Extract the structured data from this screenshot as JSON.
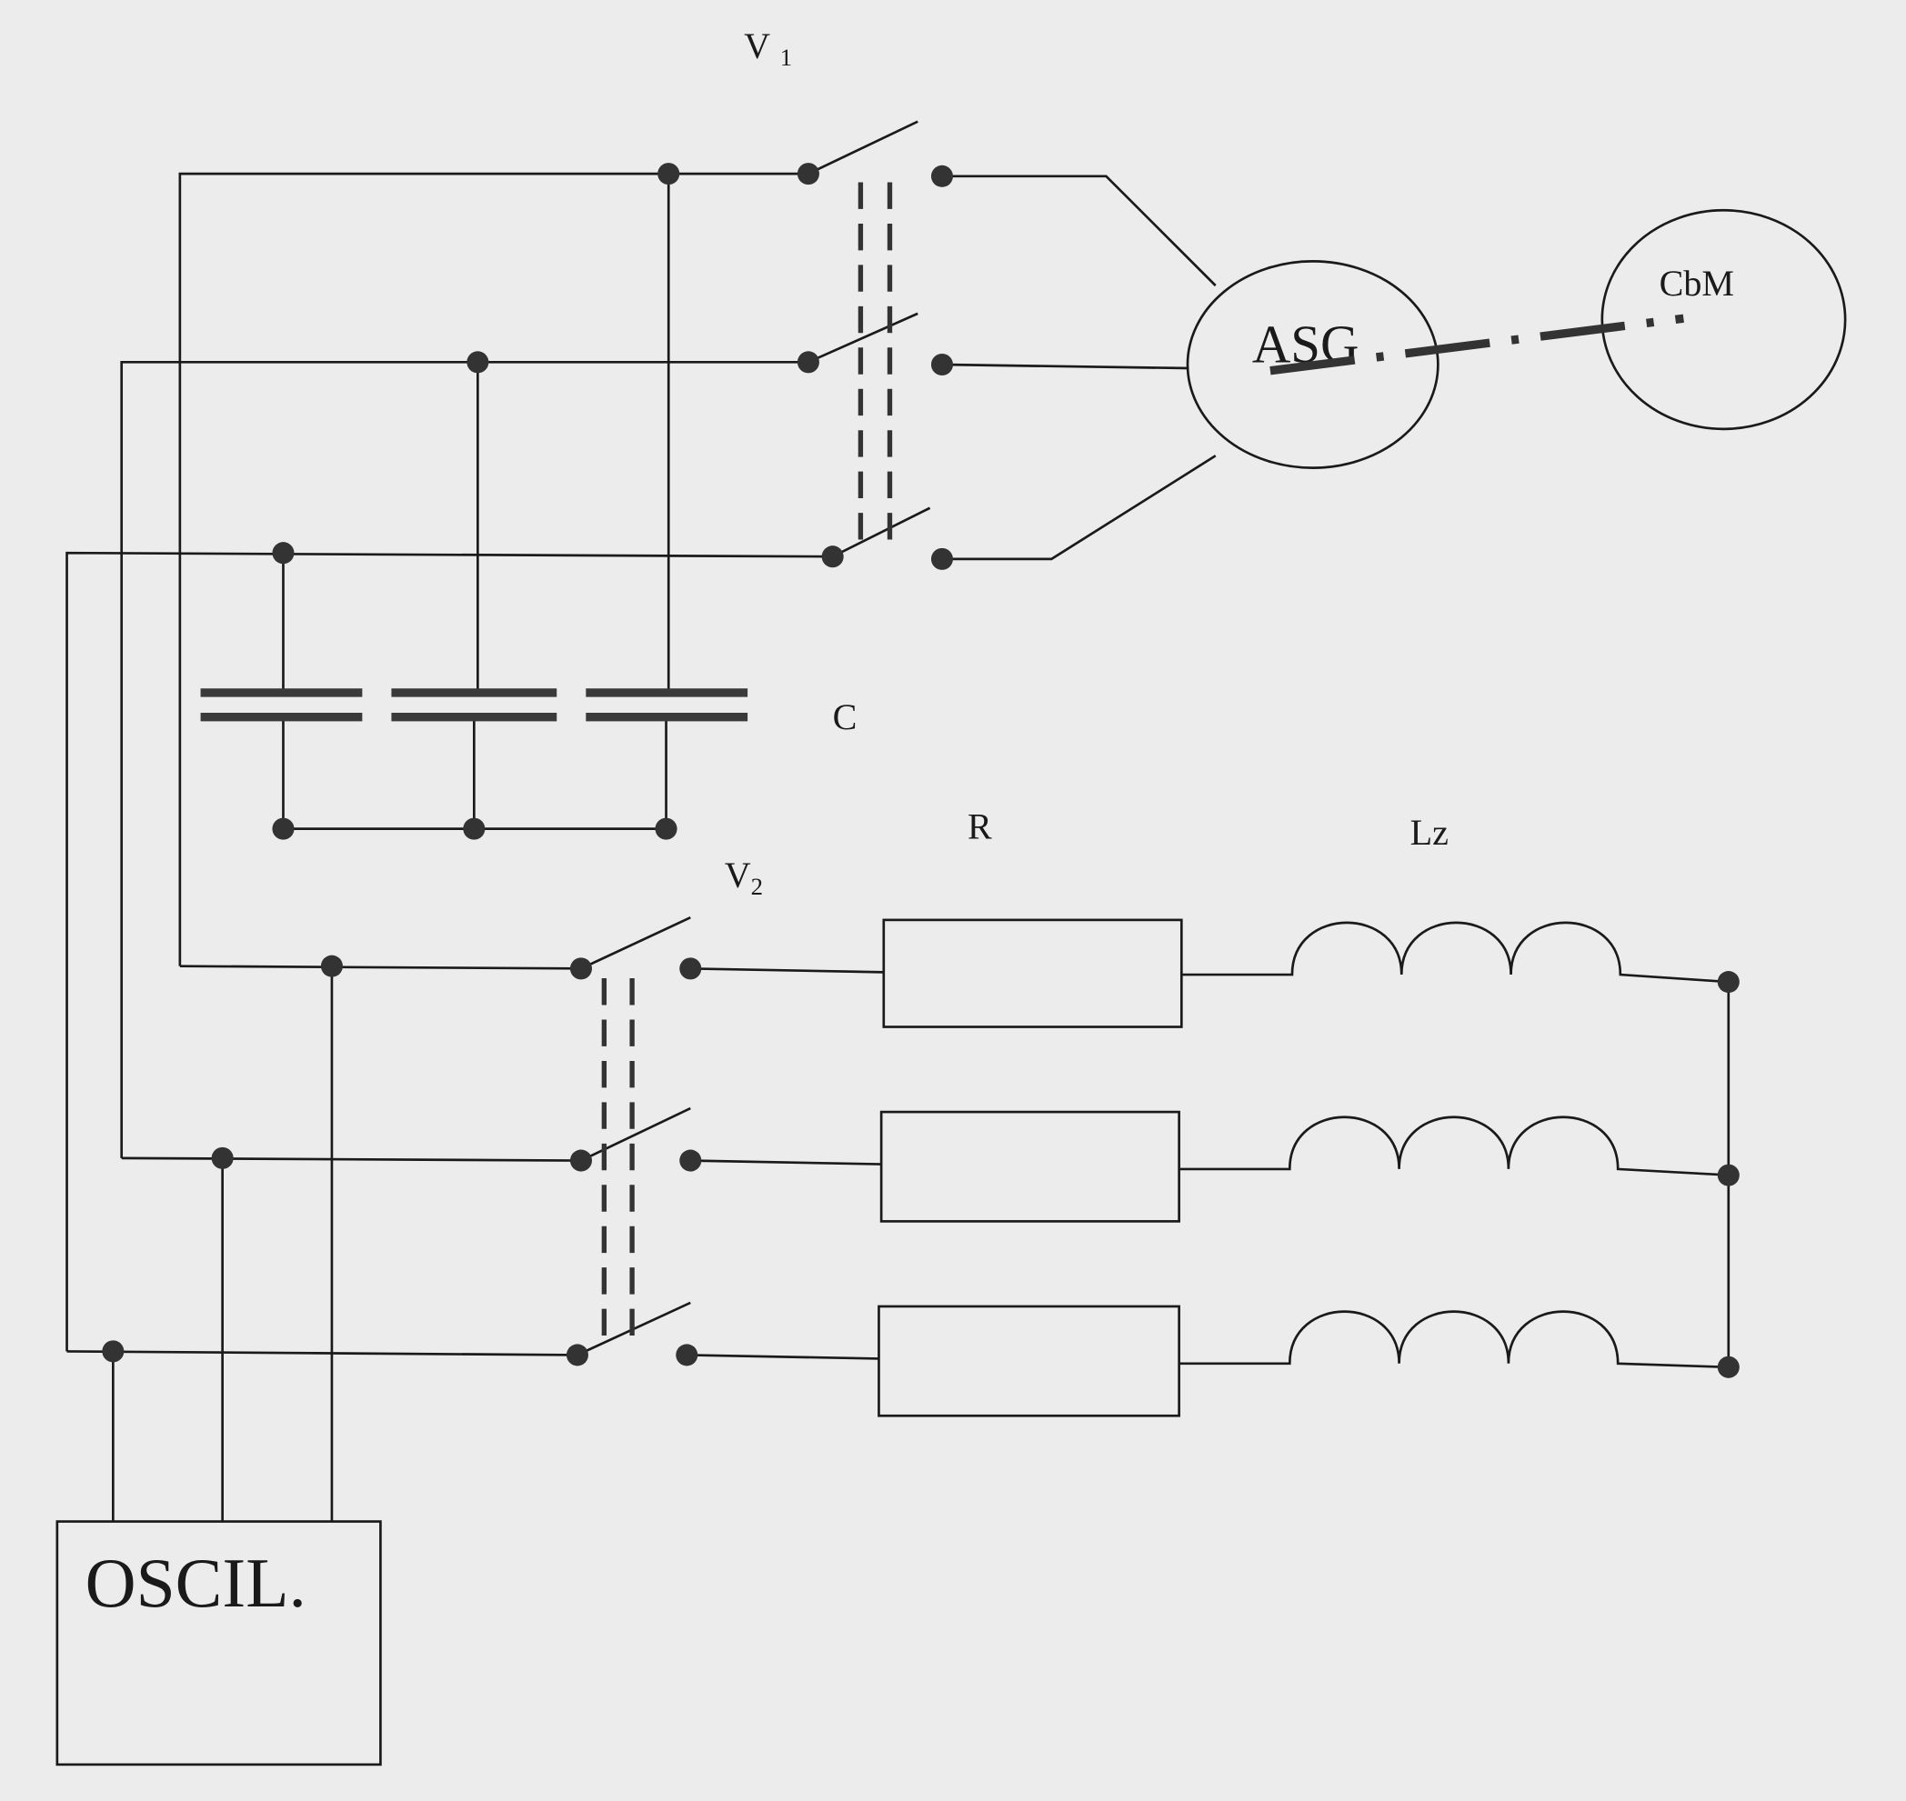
{
  "diagram": {
    "labels": {
      "switch1": "V",
      "switch1_sub": "1",
      "switch2": "V",
      "switch2_sub": "2",
      "generator": "ASG",
      "motor": "CbM",
      "capacitor": "C",
      "resistor": "R",
      "inductor": "Lz",
      "oscilloscope": "OSCIL."
    }
  }
}
